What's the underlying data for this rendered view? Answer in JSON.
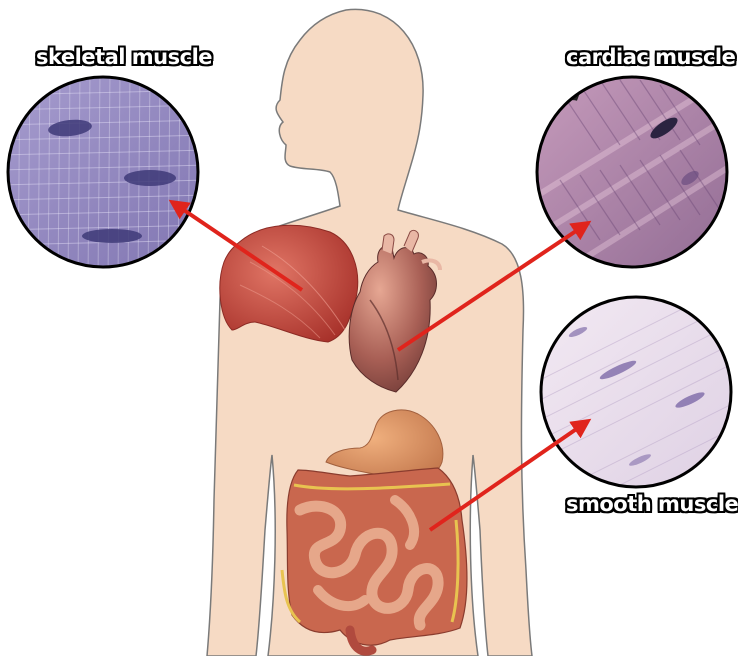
{
  "labels": {
    "skeletal": "skeletal muscle",
    "cardiac": "cardiac muscle",
    "smooth": "smooth muscle"
  },
  "colors": {
    "body_fill": "#f6dac4",
    "body_outline": "#7a7a7a",
    "arrow": "#e0241c",
    "skeletal_tissue": "#9a90c2",
    "cardiac_tissue": "#b786a8",
    "smooth_tissue": "#e9dceb",
    "muscle_red": "#c9473d",
    "heart": "#9e5a52",
    "intestine": "#d68a68"
  }
}
